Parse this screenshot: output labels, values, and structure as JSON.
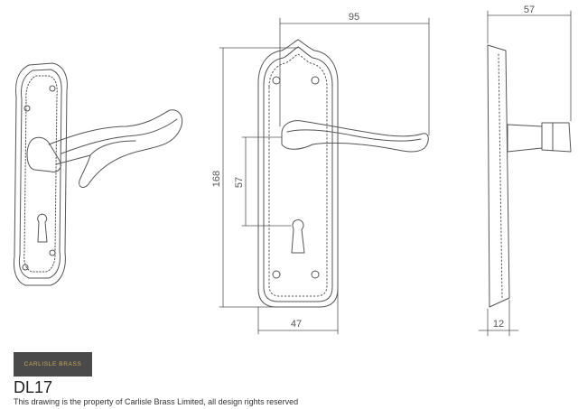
{
  "dimensions": {
    "front_width": "95",
    "side_depth": "57",
    "height": "168",
    "center_to_keyhole": "57",
    "plate_width": "47",
    "plate_thickness": "12"
  },
  "brand": {
    "logo_text": "CARLISLE BRASS"
  },
  "product": {
    "code": "DL17",
    "notice": "This drawing is the property of Carlisle Brass Limited, all design rights reserved"
  },
  "colors": {
    "line": "#555555",
    "logo_bg": "#4a4a4a",
    "logo_text": "#c8a85a"
  }
}
